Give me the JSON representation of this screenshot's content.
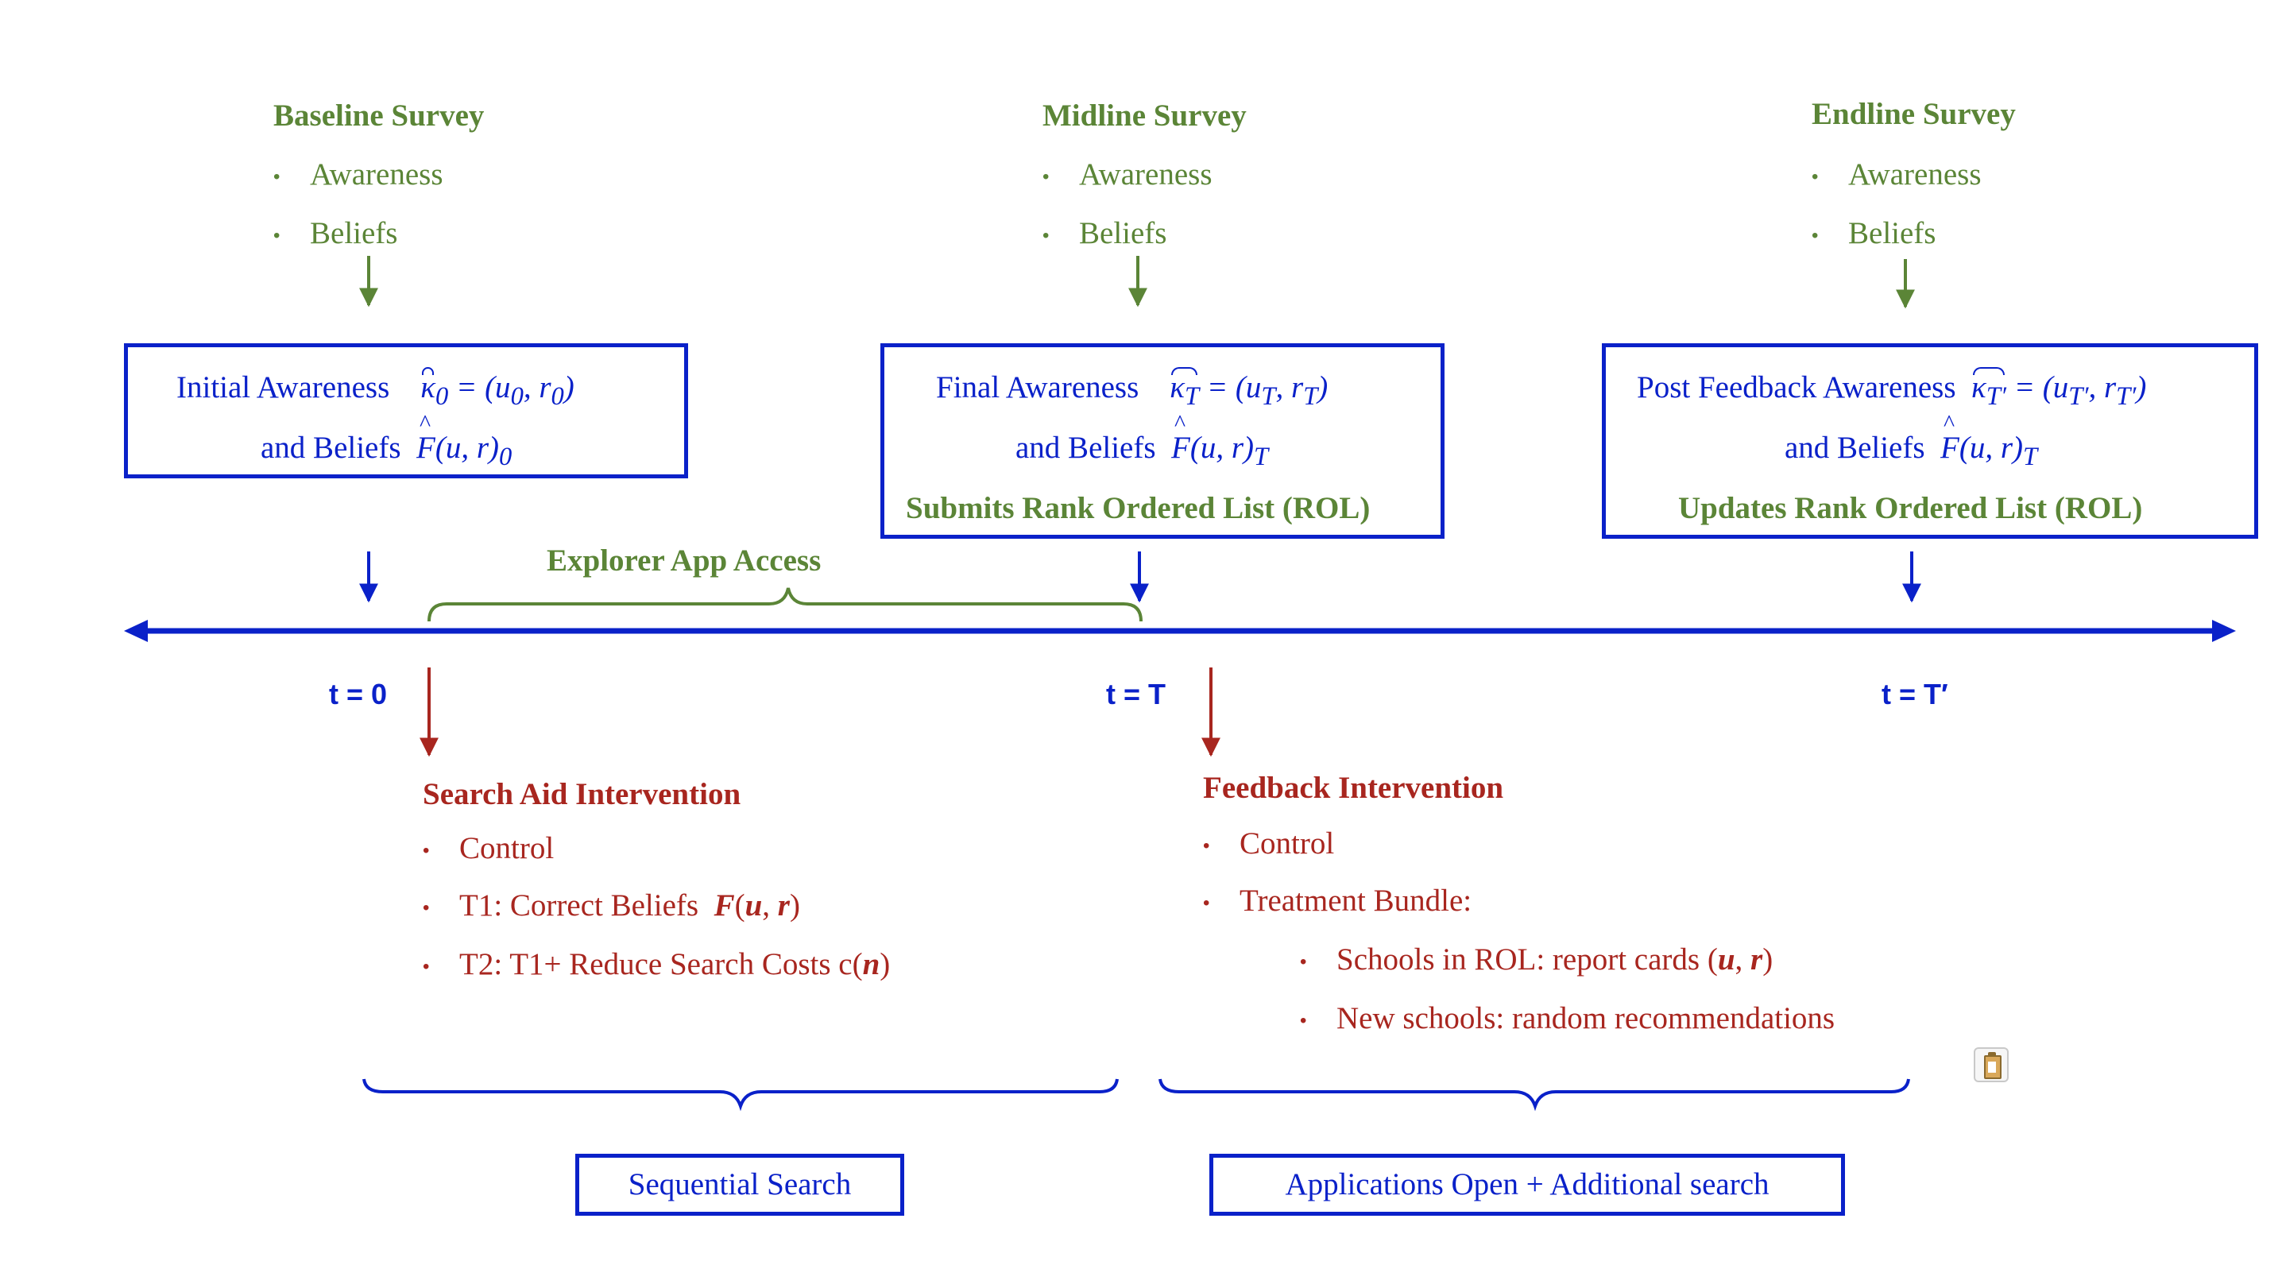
{
  "surveys": [
    {
      "title": "Baseline Survey",
      "items": [
        "Awareness",
        "Beliefs"
      ]
    },
    {
      "title": "Midline Survey",
      "items": [
        "Awareness",
        "Beliefs"
      ]
    },
    {
      "title": "Endline Survey",
      "items": [
        "Awareness",
        "Beliefs"
      ]
    }
  ],
  "boxes": {
    "initial": {
      "line1": "Initial Awareness",
      "line2": "and Beliefs",
      "sub": "0"
    },
    "final": {
      "line1": "Final Awareness",
      "line2": "and Beliefs",
      "sub": "T",
      "line3": "Submits Rank Ordered List (ROL)"
    },
    "post": {
      "line1": "Post Feedback Awareness",
      "line2": "and Beliefs",
      "sub": "T′",
      "subF": "T",
      "line3": "Updates Rank Ordered List (ROL)"
    }
  },
  "explorer_label": "Explorer App Access",
  "timepoints": [
    "t = 0",
    "t = T",
    "t = T′"
  ],
  "search_aid": {
    "title": "Search Aid Intervention",
    "items": [
      "Control",
      "T1: Correct Beliefs",
      "T2: T1+ Reduce Search Costs c("
    ]
  },
  "feedback": {
    "title": "Feedback Intervention",
    "items": [
      "Control",
      "Treatment Bundle:"
    ],
    "subitems": [
      "Schools in ROL: report cards",
      "New schools: random recommendations"
    ]
  },
  "phases": [
    "Sequential Search",
    "Applications Open + Additional search"
  ],
  "colors": {
    "green": "#5b8537",
    "blue": "#0a21c9",
    "red": "#a8261f"
  }
}
